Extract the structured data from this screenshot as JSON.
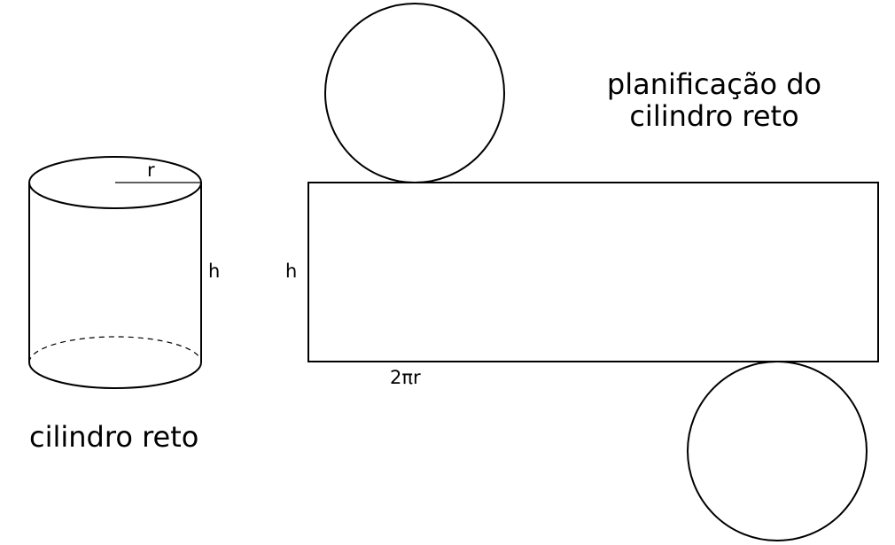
{
  "labels": {
    "radius": "r",
    "cylinder_height": "h",
    "net_height": "h",
    "net_width": "2πr",
    "cylinder_caption": "cilindro reto",
    "net_title_line1": "planificação do",
    "net_title_line2": "cilindro reto"
  },
  "colors": {
    "stroke": "#000000",
    "background": "#ffffff"
  }
}
